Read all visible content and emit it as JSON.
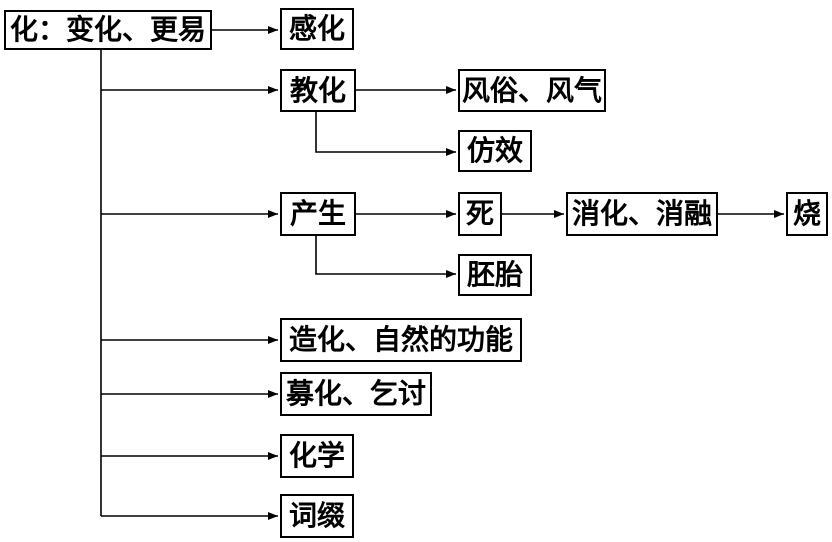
{
  "nodes": {
    "root": "化：变化、更易",
    "ganhua": "感化",
    "jiaohua": "教化",
    "fengsu": "风俗、风气",
    "fangxiao": "仿效",
    "chansheng": "产生",
    "si": "死",
    "xiaohua": "消化、消融",
    "shao": "烧",
    "peitai": "胚胎",
    "zaohua": "造化、自然的功能",
    "muhua": "募化、乞讨",
    "huaxue": "化学",
    "cizhui": "词缀"
  }
}
